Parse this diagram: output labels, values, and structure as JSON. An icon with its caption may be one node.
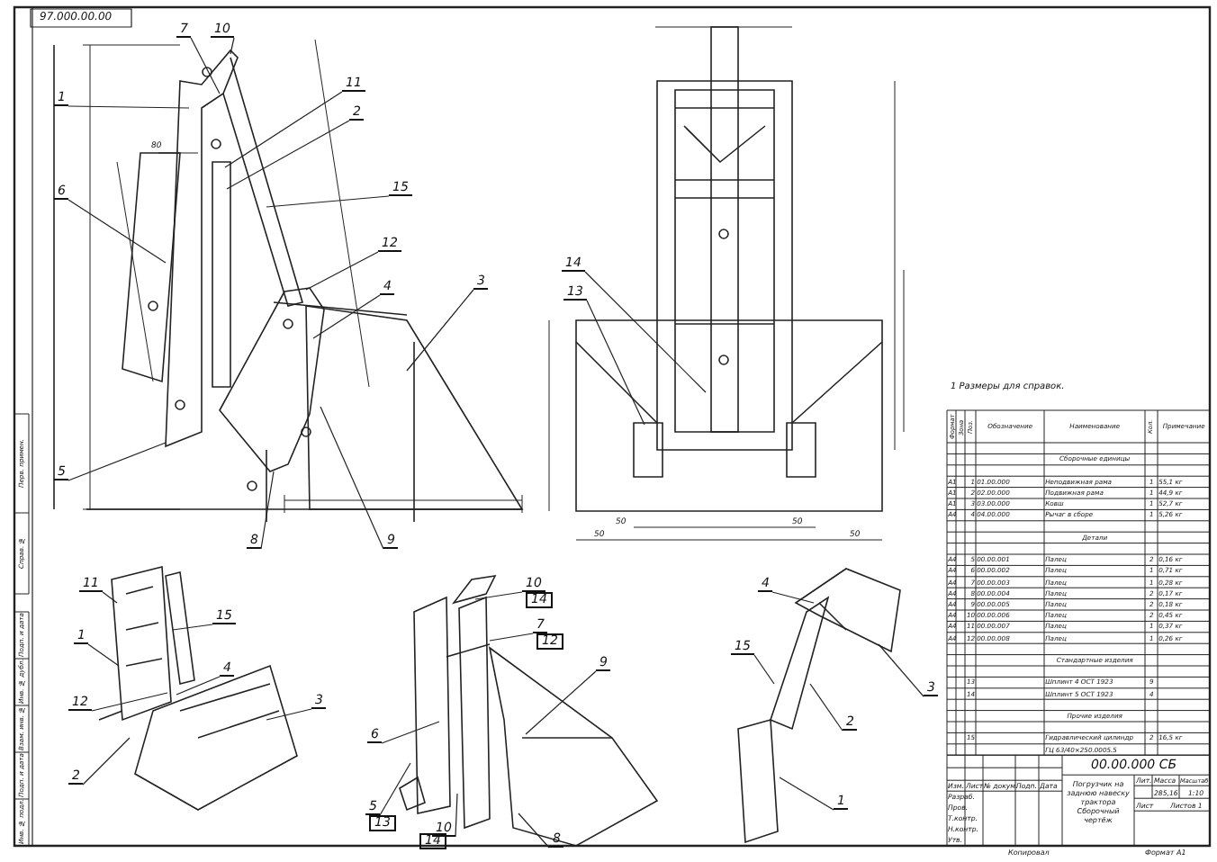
{
  "diagram": {
    "nodes": [
      {
        "text": [
          "7"
        ]
      },
      {
        "text": [
          "10"
        ]
      },
      {
        "text": [
          "1"
        ]
      },
      {
        "text": [
          "11"
        ]
      },
      {
        "text": [
          "2"
        ]
      },
      {
        "text": [
          "15"
        ]
      },
      {
        "text": [
          "6"
        ]
      },
      {
        "text": [
          "12"
        ]
      },
      {
        "text": [
          "4"
        ]
      },
      {
        "text": [
          "3"
        ]
      },
      {
        "text": [
          "5"
        ]
      },
      {
        "text": [
          "8"
        ]
      },
      {
        "text": [
          "9"
        ]
      },
      {
        "text": [
          "14"
        ]
      },
      {
        "text": [
          "13"
        ]
      },
      {
        "text": [
          "11"
        ]
      },
      {
        "text": [
          "15"
        ]
      },
      {
        "text": [
          "1"
        ]
      },
      {
        "text": [
          "4"
        ]
      },
      {
        "text": [
          "12"
        ]
      },
      {
        "text": [
          "3"
        ]
      },
      {
        "text": [
          "2"
        ]
      },
      {
        "text": [
          "10"
        ]
      },
      {
        "text": [
          "7"
        ]
      },
      {
        "text": [
          "9"
        ]
      },
      {
        "text": [
          "6"
        ]
      },
      {
        "text": [
          "5"
        ]
      },
      {
        "text": [
          "10"
        ]
      },
      {
        "text": [
          "8"
        ]
      },
      {
        "text": [
          "4"
        ]
      },
      {
        "text": [
          "15"
        ]
      },
      {
        "text": [
          "3"
        ]
      },
      {
        "text": [
          "2"
        ]
      },
      {
        "text": [
          "1"
        ]
      }
    ],
    "edges": [
      {
        "from": 0,
        "to": null,
        "arrow": "none"
      },
      {
        "from": 1,
        "to": null,
        "arrow": "none"
      },
      {
        "from": 2,
        "to": null,
        "arrow": "none"
      },
      {
        "from": 3,
        "to": null,
        "arrow": "none"
      },
      {
        "from": 4,
        "to": null,
        "arrow": "none"
      },
      {
        "from": 5,
        "to": null,
        "arrow": "none"
      },
      {
        "from": 6,
        "to": null,
        "arrow": "none"
      },
      {
        "from": 7,
        "to": null,
        "arrow": "none"
      },
      {
        "from": 8,
        "to": null,
        "arrow": "none"
      },
      {
        "from": 9,
        "to": null,
        "arrow": "none"
      },
      {
        "from": 10,
        "to": null,
        "arrow": "none"
      },
      {
        "from": 11,
        "to": null,
        "arrow": "none"
      },
      {
        "from": 12,
        "to": null,
        "arrow": "none"
      },
      {
        "from": 13,
        "to": null,
        "arrow": "none"
      },
      {
        "from": 14,
        "to": null,
        "arrow": "none"
      },
      {
        "from": 15,
        "to": null,
        "arrow": "none"
      },
      {
        "from": 16,
        "to": null,
        "arrow": "none"
      },
      {
        "from": 17,
        "to": null,
        "arrow": "none"
      },
      {
        "from": 18,
        "to": null,
        "arrow": "none"
      },
      {
        "from": 19,
        "to": null,
        "arrow": "none"
      },
      {
        "from": 20,
        "to": null,
        "arrow": "none"
      },
      {
        "from": 21,
        "to": null,
        "arrow": "none"
      },
      {
        "from": 22,
        "to": null,
        "arrow": "none"
      },
      {
        "from": 23,
        "to": null,
        "arrow": "none"
      },
      {
        "from": 24,
        "to": null,
        "arrow": "none"
      },
      {
        "from": 25,
        "to": null,
        "arrow": "none"
      },
      {
        "from": 26,
        "to": null,
        "arrow": "none"
      },
      {
        "from": 27,
        "to": null,
        "arrow": "none"
      },
      {
        "from": 28,
        "to": null,
        "arrow": "none"
      },
      {
        "from": 29,
        "to": null,
        "arrow": "none"
      },
      {
        "from": 30,
        "to": null,
        "arrow": "none"
      },
      {
        "from": 31,
        "to": null,
        "arrow": "none"
      },
      {
        "from": 32,
        "to": null,
        "arrow": "none"
      },
      {
        "from": 33,
        "to": null,
        "arrow": "none"
      }
    ],
    "labels": [
      "97.000.00.00",
      "80",
      "50",
      "50",
      "50",
      "50",
      "14",
      "12",
      "13",
      "14",
      "1 Размеры для справок.",
      "Формат",
      "Зона",
      "Поз.",
      "Обозначение",
      "Наименование",
      "Кол.",
      "Примечание",
      "Сборочные единицы",
      "А1",
      "1",
      "01.00.000",
      "Неподвижная рама",
      "1",
      "55,1 кг",
      "А1",
      "2",
      "02.00.000",
      "Подвижная рама",
      "1",
      "44,9 кг",
      "А1",
      "3",
      "03.00.000",
      "Ковш",
      "1",
      "52,7 кг",
      "А4",
      "4",
      "04.00.000",
      "Рычаг в сборе",
      "1",
      "5,26 кг",
      "Детали",
      "А4",
      "5",
      "00.00.001",
      "Палец",
      "2",
      "0,16 кг",
      "А4",
      "6",
      "00.00.002",
      "Палец",
      "1",
      "0,71 кг",
      "А4",
      "7",
      "00.00.003",
      "Палец",
      "1",
      "0,28 кг",
      "А4",
      "8",
      "00.00.004",
      "Палец",
      "2",
      "0,17 кг",
      "А4",
      "9",
      "00.00.005",
      "Палец",
      "2",
      "0,18 кг",
      "А4",
      "10",
      "00.00.006",
      "Палец",
      "2",
      "0,45 кг",
      "А4",
      "11",
      "00.00.007",
      "Палец",
      "1",
      "0,37 кг",
      "А4",
      "12",
      "00.00.008",
      "Палец",
      "1",
      "0,26 кг",
      "Стандартные изделия",
      "13",
      "Шплинт 4 ОСТ 1923",
      "9",
      "14",
      "Шплинт 5 ОСТ 1923",
      "4",
      "Прочие изделия",
      "15",
      "Гидравлический цилиндр",
      "2",
      "16,5 кг",
      "ГЦ 63/40×250.0005.5",
      "00.00.000 СБ",
      "Изм.",
      "Лист",
      "№ докум.",
      "Подп.",
      "Дата",
      "Разраб.",
      "Пров.",
      "Т.контр.",
      "Н.контр.",
      "Утв.",
      "Погрузчик на заднюю навеску трактора Сборочный чертёж",
      "Лит.",
      "Масса",
      "Масштаб",
      "285,16",
      "1:10",
      "Лист",
      "Листов 1",
      "Копировал",
      "Формат А1",
      "Перв. примен.",
      "Справ. №",
      "Подп. и дата",
      "Инв. № дубл.",
      "Взам. инв. №",
      "Подп. и дата",
      "Инв. № подл."
    ]
  }
}
